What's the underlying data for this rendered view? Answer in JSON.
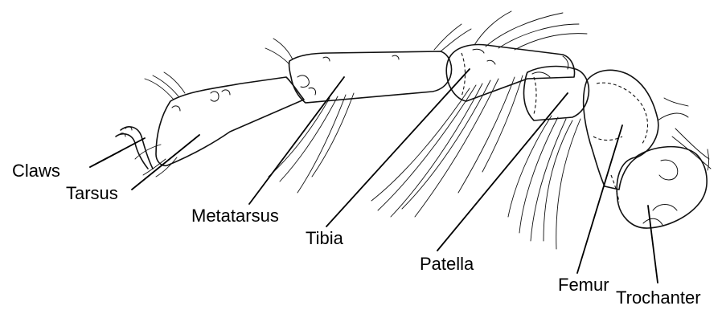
{
  "labels": {
    "claws": "Claws",
    "tarsus": "Tarsus",
    "metatarsus": "Metatarsus",
    "tibia": "Tibia",
    "patella": "Patella",
    "femur": "Femur",
    "trochanter": "Trochanter"
  }
}
